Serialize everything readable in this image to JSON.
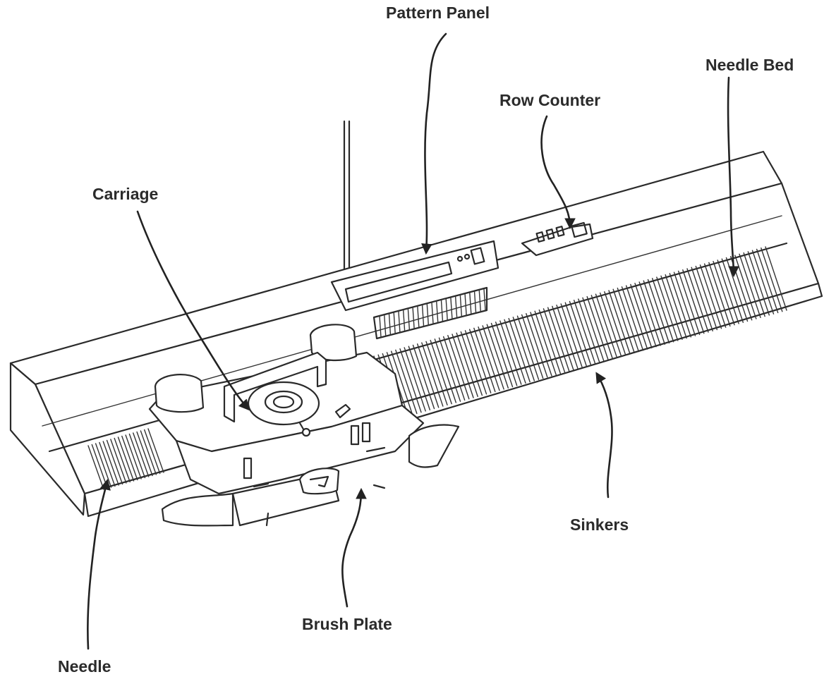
{
  "labels": {
    "pattern_panel": "Pattern Panel",
    "needle_bed": "Needle Bed",
    "row_counter": "Row Counter",
    "carriage": "Carriage",
    "sinkers": "Sinkers",
    "brush_plate": "Brush Plate",
    "needle": "Needle"
  }
}
